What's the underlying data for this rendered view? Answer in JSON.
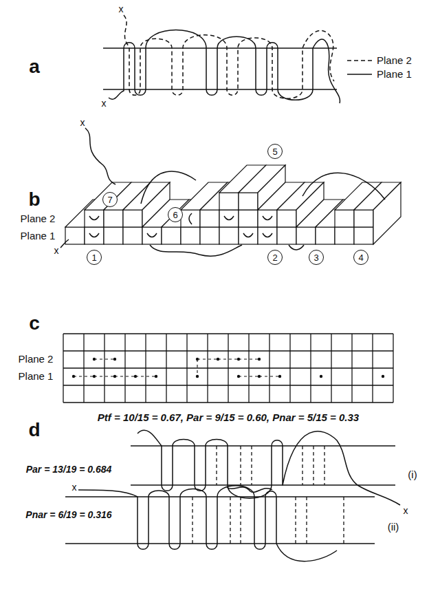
{
  "diagram": {
    "nodes": [
      {
        "text": [
          "7"
        ]
      },
      {
        "text": [
          "5"
        ]
      },
      {
        "text": [
          "6"
        ]
      },
      {
        "text": [
          "1"
        ]
      },
      {
        "text": [
          "2"
        ]
      },
      {
        "text": [
          "3"
        ]
      },
      {
        "text": [
          "4"
        ]
      }
    ],
    "labels": [
      "a",
      "x",
      "x",
      "b",
      "x",
      "x",
      "Plane 2",
      "Plane 1",
      "c",
      "Plane 2",
      "Plane 1",
      "Ptf = 10/15 = 0.67, Par = 9/15 = 0.60, Pnar = 5/15 = 0.33",
      "d",
      "Par = 13/19 = 0.684",
      "(i)",
      "x",
      "Pnar = 6/19 = 0.316",
      "(ii)",
      "x"
    ],
    "legend": [
      {
        "text": "Plane 2"
      },
      {
        "text": "Plane 1"
      }
    ]
  }
}
